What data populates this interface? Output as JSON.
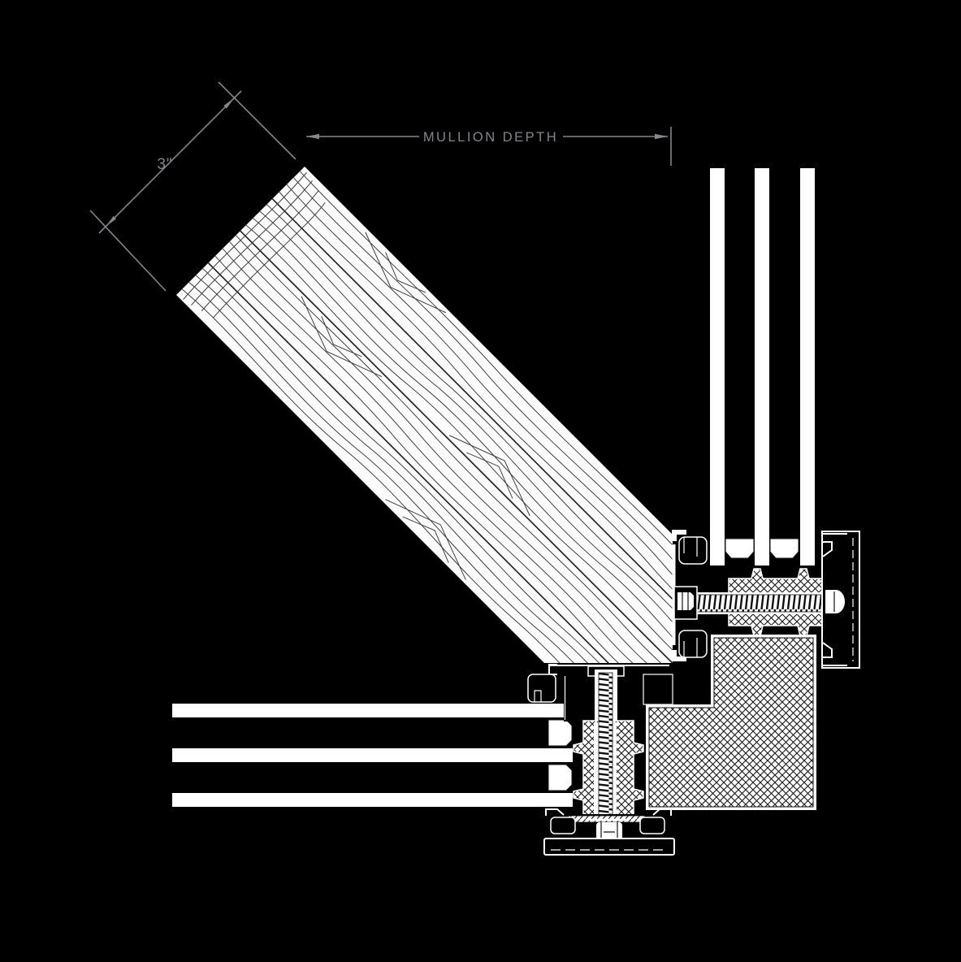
{
  "drawing": {
    "type": "architectural-corner-mullion-section-detail",
    "annotations": {
      "wood_width_dim": "3\"",
      "mullion_depth_dim": "MULLION DEPTH"
    },
    "colors": {
      "background": "#000000",
      "dimension_gray": "#85858a",
      "material_white": "#ffffff",
      "line_black": "#141414"
    },
    "parts": [
      "glulam-wood-mullion",
      "triple-glazing-vertical",
      "triple-glazing-horizontal",
      "glazing-setting-blocks",
      "thermal-break-crosshatch",
      "insulation-block-L",
      "horizontal-fastener-screw",
      "vertical-fastener-screw",
      "pressure-plate",
      "exterior-cover-cap"
    ]
  }
}
